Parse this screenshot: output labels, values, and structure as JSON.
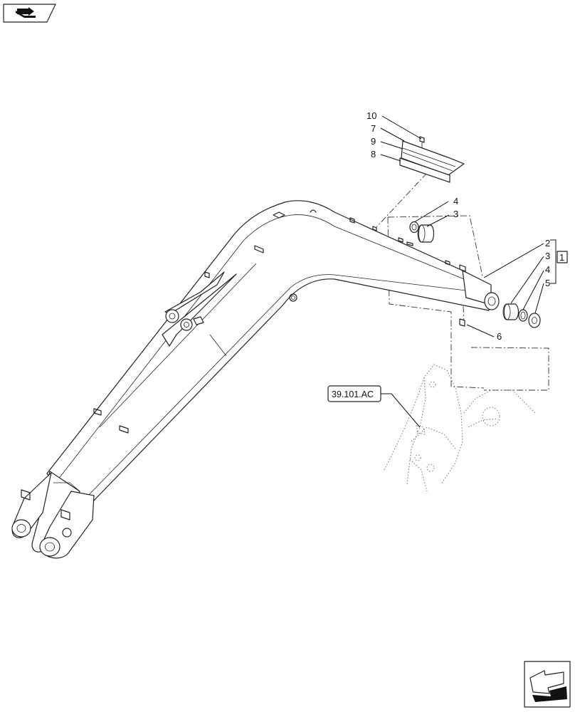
{
  "diagram": {
    "callouts": [
      {
        "id": "c10",
        "text": "10"
      },
      {
        "id": "c7",
        "text": "7"
      },
      {
        "id": "c9",
        "text": "9"
      },
      {
        "id": "c8",
        "text": "8"
      },
      {
        "id": "c4a",
        "text": "4"
      },
      {
        "id": "c3a",
        "text": "3"
      },
      {
        "id": "c2",
        "text": "2"
      },
      {
        "id": "c3b",
        "text": "3"
      },
      {
        "id": "c4b",
        "text": "4"
      },
      {
        "id": "c5",
        "text": "5"
      },
      {
        "id": "c6",
        "text": "6"
      },
      {
        "id": "c1",
        "text": "1"
      }
    ],
    "reference_box": "39.101.AC",
    "icons": {
      "top_left": "folder-arrow-icon",
      "bottom_right": "next-page-arrow-icon"
    }
  }
}
